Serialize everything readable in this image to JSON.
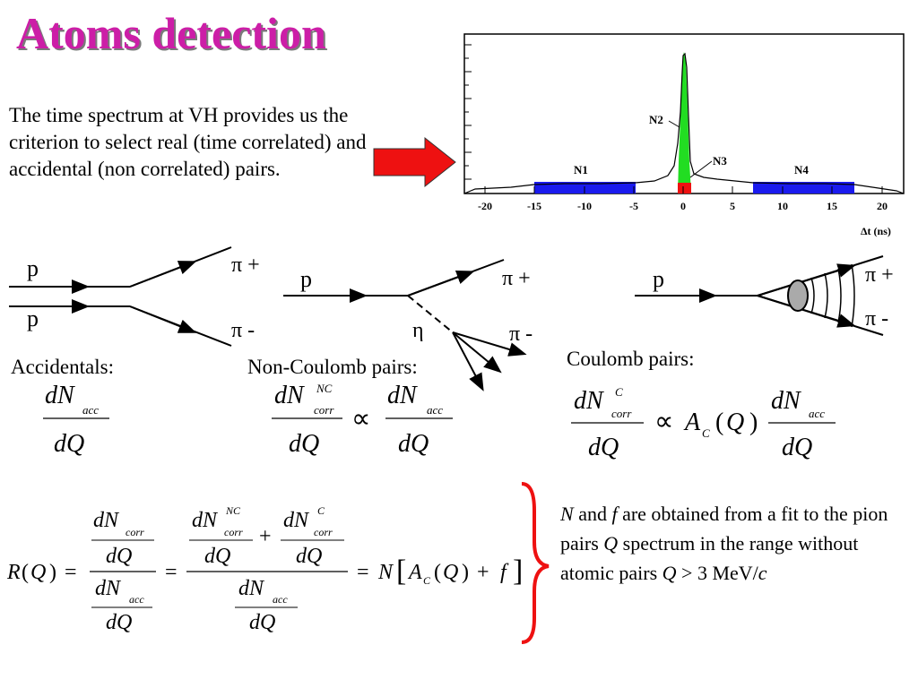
{
  "title": "Atoms detection",
  "intro": "The time spectrum at VH provides us the criterion to select real (time correlated) and accidental (non correlated) pairs.",
  "histogram": {
    "x_ticks": [
      "-20",
      "-15",
      "-10",
      "-5",
      "0",
      "5",
      "10",
      "15",
      "20"
    ],
    "x_label": "Δt (ns)",
    "regions": [
      "N1",
      "N2",
      "N3",
      "N4"
    ],
    "colors": {
      "background_regions": "#1a1aee",
      "peak": "#22dd22",
      "center": "#ee1111",
      "arrow": "#ee1111"
    }
  },
  "diagrams": {
    "proton": "p",
    "pi_plus": "π +",
    "pi_minus": "π -",
    "eta": "η"
  },
  "labels": {
    "accidentals": "Accidentals:",
    "non_coulomb": "Non-Coulomb pairs:",
    "coulomb": "Coulomb pairs:"
  },
  "formula": {
    "d": "d",
    "N": "N",
    "dQ": "dQ",
    "acc": "acc",
    "corr": "corr",
    "NC": "NC",
    "C": "C",
    "A": "A",
    "Q": "Q",
    "R": "R",
    "f": "f",
    "proportional": "∝",
    "equals": "=",
    "plus": "+"
  },
  "note": {
    "N": "N",
    "and": " and ",
    "f": "f",
    "rest": " are obtained from a fit to the pion pairs ",
    "Q": "Q",
    "rest2": " spectrum in the range without atomic pairs ",
    "Q2": "Q",
    "gt": " > 3 MeV/",
    "c": "c"
  }
}
